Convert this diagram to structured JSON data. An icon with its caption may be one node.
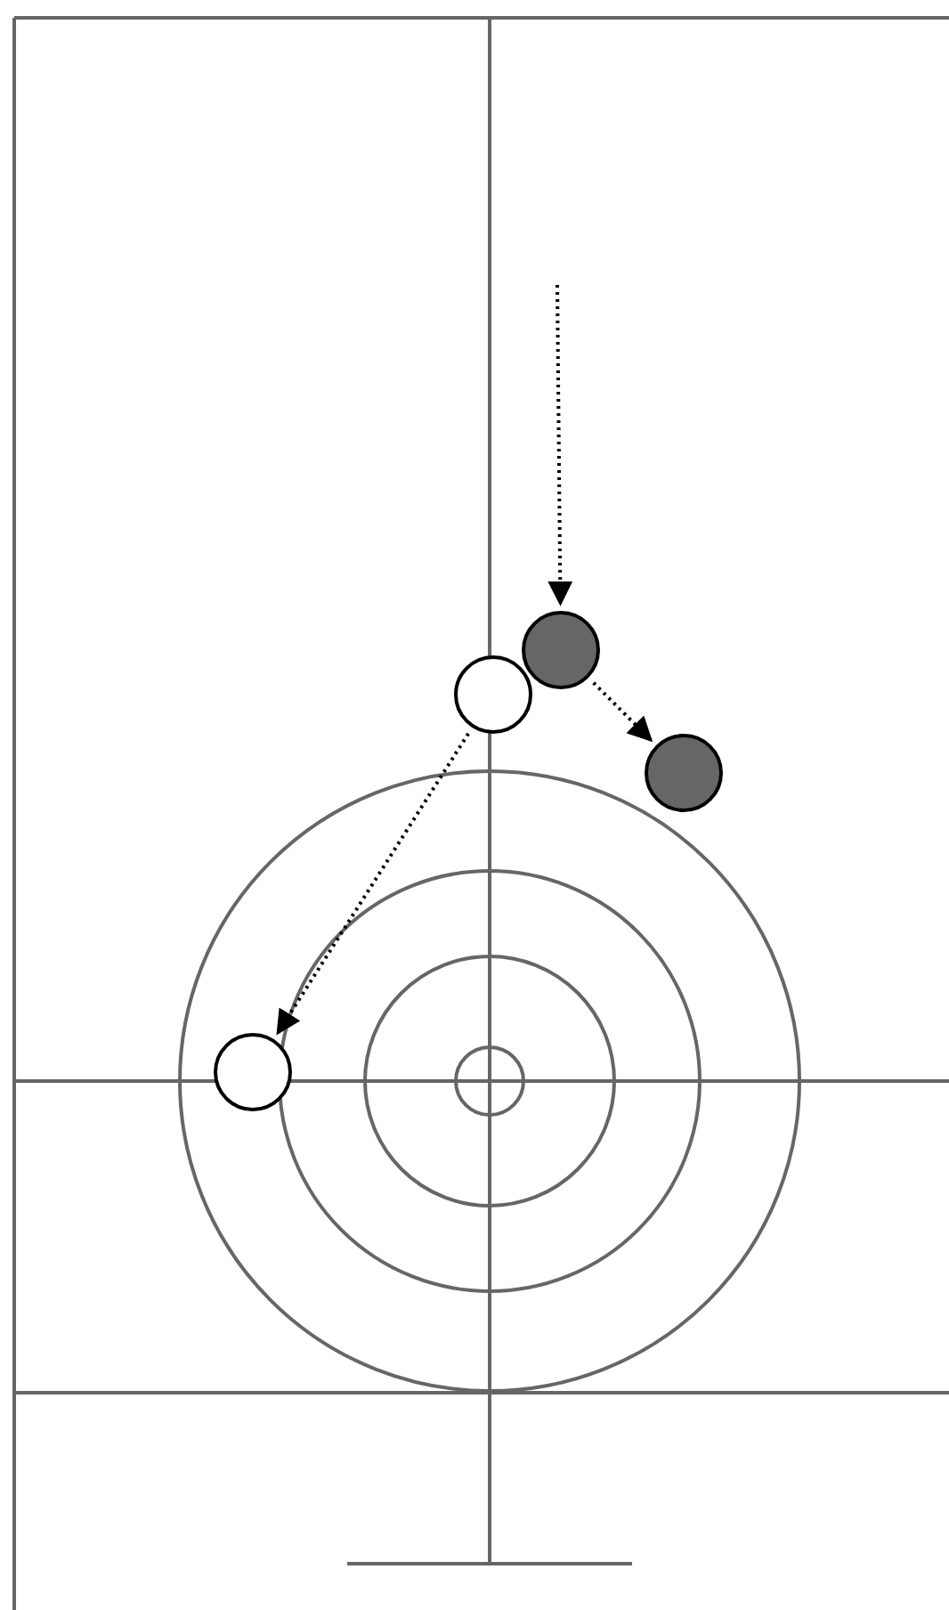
{
  "diagram": {
    "nodes": [
      {
        "text": [],
        "shape": "circle"
      },
      {
        "text": [],
        "shape": "circle"
      },
      {
        "text": [],
        "shape": "circle"
      },
      {
        "text": [],
        "shape": "circle"
      }
    ],
    "edges": [
      {
        "from": null,
        "to": 0,
        "arrow": "to",
        "style": "dashed"
      },
      {
        "from": 0,
        "to": 2,
        "arrow": "to",
        "style": "dashed"
      },
      {
        "from": 1,
        "to": 3,
        "arrow": "to",
        "style": "dashed"
      }
    ]
  }
}
